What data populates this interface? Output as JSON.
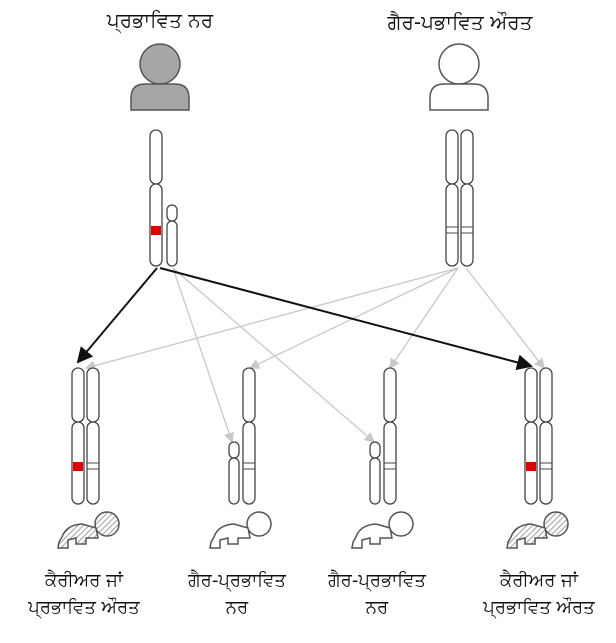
{
  "parents": {
    "father_label": "ਪ੍ਰਭਾਵਿਤ ਨਰ",
    "mother_label": "ਗੈਰ-ਪਭਾਵਿਤ ਔਰਤ"
  },
  "children": [
    {
      "line1": "ਕੈਰੀਅਰ ਜਾਂ",
      "line2": "ਪ੍ਰਭਾਵਿਤ ਔਰਤ"
    },
    {
      "line1": "ਗੈਰ-ਪ੍ਰਭਾਵਿਤ",
      "line2": "ਨਰ"
    },
    {
      "line1": "ਗੈਰ-ਪ੍ਰਭਾਵਿਤ",
      "line2": "ਨਰ"
    },
    {
      "line1": "ਕੈਰੀਅਰ ਜਾਂ",
      "line2": "ਪ੍ਰਭਾਵਿਤ ਔਰਤ"
    }
  ],
  "colors": {
    "affected_marker": "#e00000",
    "affected_parent_fill": "#a6a6a6",
    "arrow_dark": "#111111",
    "arrow_light": "#c8c8c8"
  }
}
